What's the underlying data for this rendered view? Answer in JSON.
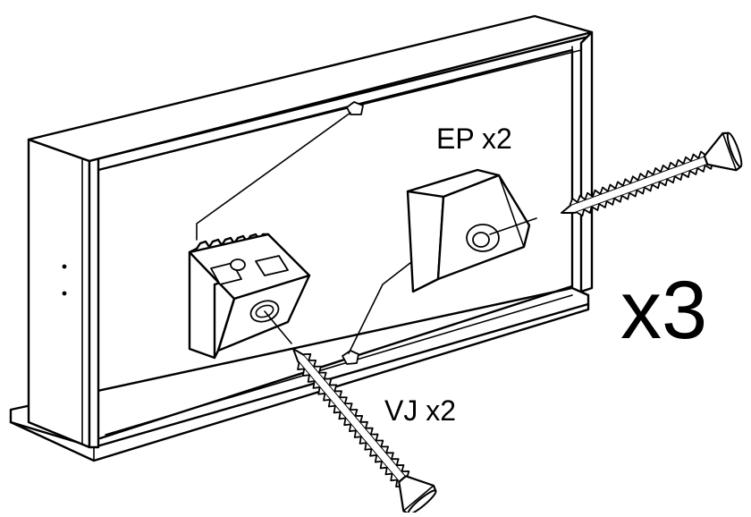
{
  "labels": {
    "ep": "EP x2",
    "vj": "VJ x2",
    "multiplier": "x3"
  },
  "icons": {
    "screw": "screw-icon",
    "ep_bracket": "ep-bracket-icon",
    "vj_bracket": "vj-bracket-icon",
    "cabinet": "drawer-panel-icon"
  },
  "colors": {
    "line": "#000000",
    "background": "#ffffff"
  }
}
